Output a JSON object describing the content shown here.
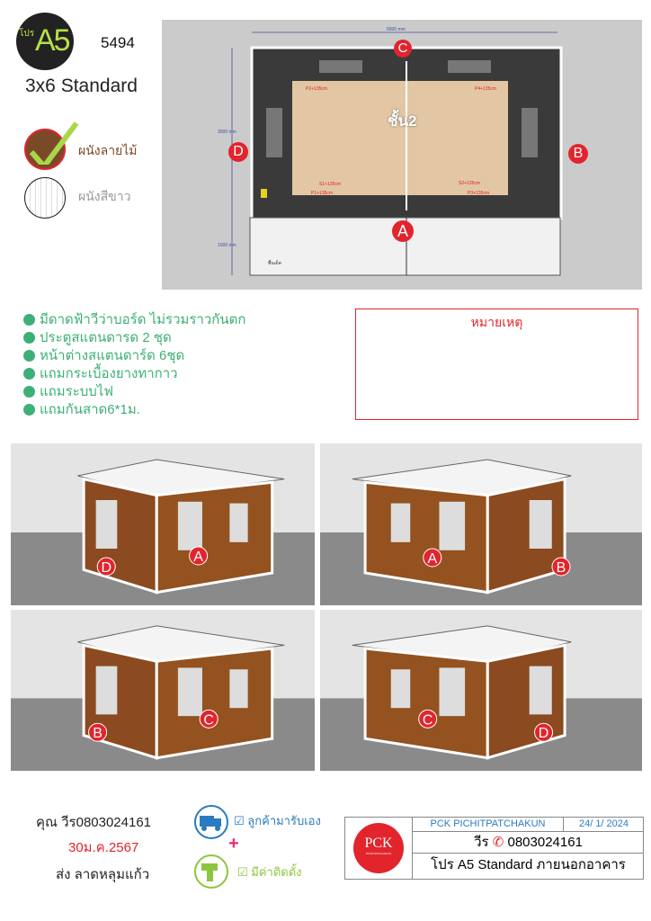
{
  "header": {
    "promo_prefix": "โปร",
    "model": "A5",
    "code": "5494",
    "size_label": "3x6 Standard"
  },
  "wall_options": [
    {
      "label": "ผนังลายไม้",
      "selected": true
    },
    {
      "label": "ผนังสีขาว",
      "selected": false
    }
  ],
  "floor_plan": {
    "width_dim": "6000 mm",
    "depth_dim": "3000 mm",
    "deck_dim": "1000 mm",
    "floor_label": "ชั้น2",
    "side_labels": [
      "A",
      "B",
      "C",
      "D"
    ],
    "outlets": [
      "P2+135cm",
      "P4+135cm",
      "S1+135cm",
      "P1+135cm",
      "S2+135cm",
      "P3+135cm"
    ],
    "deck_label": "พื้นเด็ค"
  },
  "features": [
    "มีดาดฟ้าวีว่าบอร์ด ไม่รวมราวกันตก",
    "ประตูสแตนดารด 2 ชุด",
    "หน้าต่างสแตนดาร์ด 6ชุด",
    "แถมกระเบื้องยางทากาว",
    "แถมระบบไฟ",
    "แถมกันสาด6*1ม."
  ],
  "remark": {
    "title": "หมายเหตุ"
  },
  "views": [
    {
      "labels": [
        "D",
        "A"
      ]
    },
    {
      "labels": [
        "A",
        "B"
      ]
    },
    {
      "labels": [
        "B",
        "C"
      ]
    },
    {
      "labels": [
        "C",
        "D"
      ]
    }
  ],
  "customer": {
    "name_line": "คุณ   วีร0803024161",
    "date": "30ม.ค.2567",
    "delivery": "ส่ง ลาดหลุมแก้ว"
  },
  "options": {
    "pickup": "ลูกค้ามารับเอง",
    "install": "มีค่าติดตั้ง",
    "plus": "+"
  },
  "company": {
    "name": "PCK PICHITPATCHAKUN",
    "date": "24/ 1/ 2024",
    "phone_prefix": "วีร",
    "phone": "0803024161",
    "title": "โปร A5 Standard ภายนอกอาคาร",
    "logo_text": "PCK",
    "logo_sub": "PICHITPATCHAKUN"
  },
  "colors": {
    "accent_green": "#3db077",
    "red": "#e2242c",
    "lime": "#b5e04a"
  }
}
